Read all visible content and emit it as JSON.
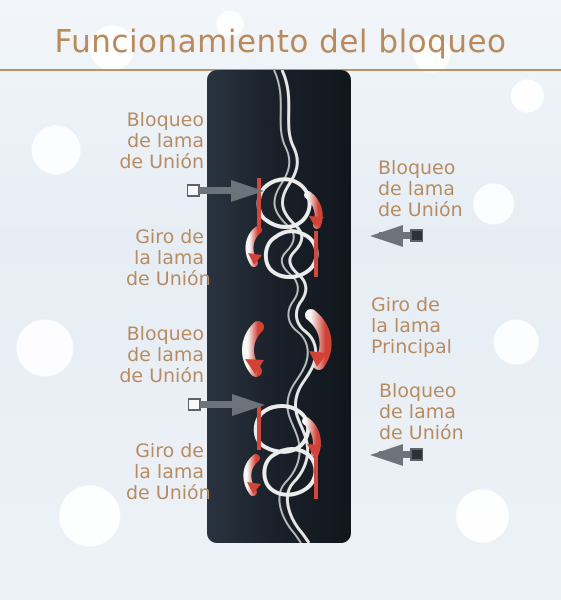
{
  "title": "Funcionamiento del bloqueo",
  "labels": {
    "left_1": [
      "Bloqueo",
      "de lama",
      "de Unión"
    ],
    "left_2": [
      "Giro de",
      "la lama",
      "de Unión"
    ],
    "left_3": [
      "Bloqueo",
      "de lama",
      "de Unión"
    ],
    "left_4": [
      "Giro de",
      "la lama",
      "de Unión"
    ],
    "right_1": [
      "Bloqueo",
      "de lama",
      "de Unión"
    ],
    "right_2": [
      "Giro de",
      "la lama",
      "Principal"
    ],
    "right_3": [
      "Bloqueo",
      "de lama",
      "de Unión"
    ]
  },
  "icons": {
    "arrow_left_1": "left-pointing-arrow-icon",
    "arrow_left_2": "left-pointing-arrow-icon",
    "arrow_right_1": "right-pointing-arrow-icon",
    "arrow_right_2": "right-pointing-arrow-icon"
  },
  "colors": {
    "title": "#b88a5c",
    "label": "#b78c62",
    "accent_red": "#d3473c",
    "panel_dark": "#1f2731",
    "arrow_gray": "#717780"
  }
}
